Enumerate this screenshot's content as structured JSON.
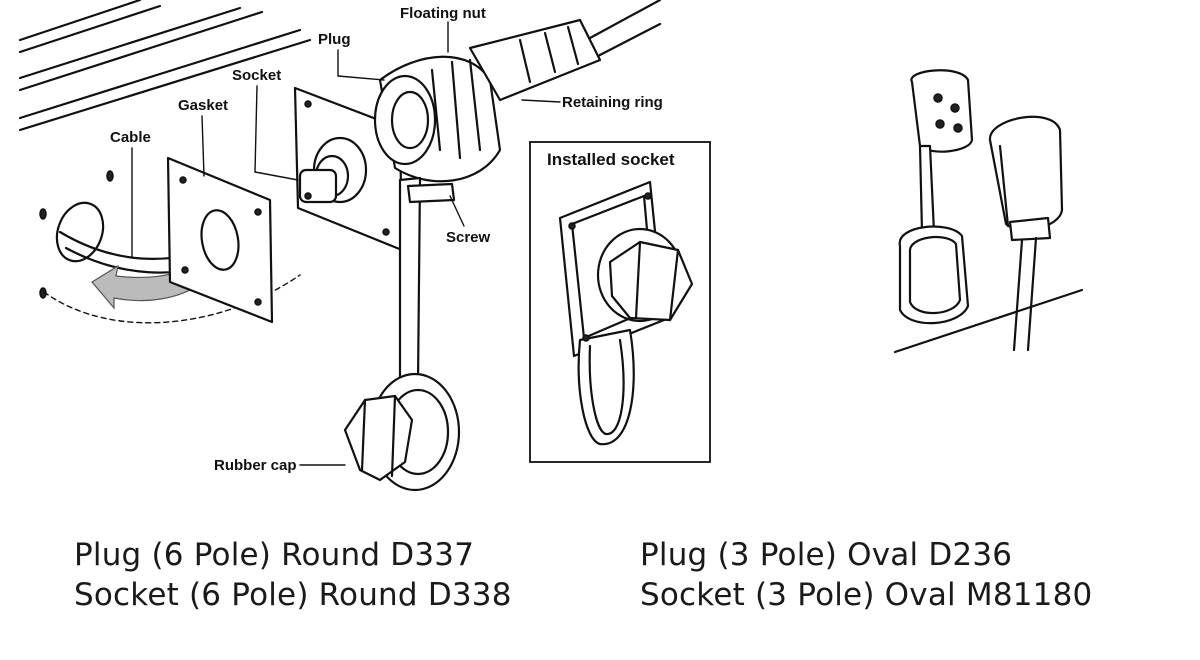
{
  "diagram": {
    "labels": {
      "floating_nut": "Floating nut",
      "plug": "Plug",
      "socket": "Socket",
      "gasket": "Gasket",
      "cable": "Cable",
      "retaining_ring": "Retaining ring",
      "screw": "Screw",
      "rubber_cap": "Rubber cap",
      "installed_socket": "Installed socket"
    }
  },
  "captions": {
    "left": {
      "line1": "Plug (6 Pole) Round D337",
      "line2": "Socket (6 Pole) Round D338"
    },
    "right": {
      "line1": "Plug (3 Pole) Oval D236",
      "line2": "Socket (3 Pole) Oval M81180"
    }
  }
}
